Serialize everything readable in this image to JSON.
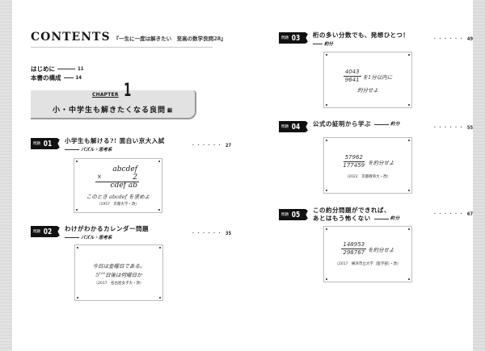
{
  "header": {
    "title": "CONTENTS",
    "subtitle": "『一生に一度は解きたい　至高の数学良問28』"
  },
  "intro": [
    {
      "label": "はじめに",
      "page": "11"
    },
    {
      "label": "本書の構成",
      "page": "14"
    }
  ],
  "chapter": {
    "word": "CHAPTER",
    "number": "1",
    "title": "小・中学生も解きたくなる良問",
    "suffix": "編"
  },
  "problems": [
    {
      "badge_label": "問題",
      "number": "01",
      "title": "小学生も解ける?! 面白い京大入試",
      "subtitle": "パズル・思考系",
      "dots": "・・・・・・",
      "page": "27",
      "box": {
        "line1": "abcdef",
        "times": "×",
        "line2": "2",
        "line3": "cdef ab",
        "instruction": "このとき abcdef を求めよ",
        "source": "（1957　京都大学・改）"
      }
    },
    {
      "badge_label": "問題",
      "number": "02",
      "title": "わけがわかるカレンダー問題",
      "subtitle": "パズル・思考系",
      "dots": "・・・・・・",
      "page": "35",
      "box": {
        "line1": "今日は金曜日である。",
        "line2_base": "5",
        "line2_exp": "100",
        "line2_rest": "日後は何曜日か",
        "source": "（2017　名古屋女子大・改）"
      }
    },
    {
      "badge_label": "問題",
      "number": "03",
      "title": "桁の多い分数でも、発想ひとつ！",
      "subtitle": "約分",
      "dots": "・・・・・・",
      "page": "49",
      "box": {
        "numerator": "4043",
        "denominator": "9641",
        "text1": "を1分以内に",
        "text2": "約分せよ"
      }
    },
    {
      "badge_label": "問題",
      "number": "04",
      "title": "公式の証明から学ぶ",
      "subtitle": "約分",
      "dots": "・・・・・・",
      "page": "55",
      "box": {
        "numerator": "57962",
        "denominator": "177459",
        "text1": "を約分せよ",
        "source": "（2022　京都教育大・改）"
      }
    },
    {
      "badge_label": "問題",
      "number": "05",
      "title": "この約分問題ができれば、",
      "title2": "あとはもう怖くない",
      "subtitle": "約分",
      "dots": "・・・・・・",
      "page": "67",
      "box": {
        "numerator": "148953",
        "denominator": "298767",
        "text1": "を約分せよ",
        "source": "（2017　横浜市立大学〔医学部〕・改）"
      }
    }
  ]
}
